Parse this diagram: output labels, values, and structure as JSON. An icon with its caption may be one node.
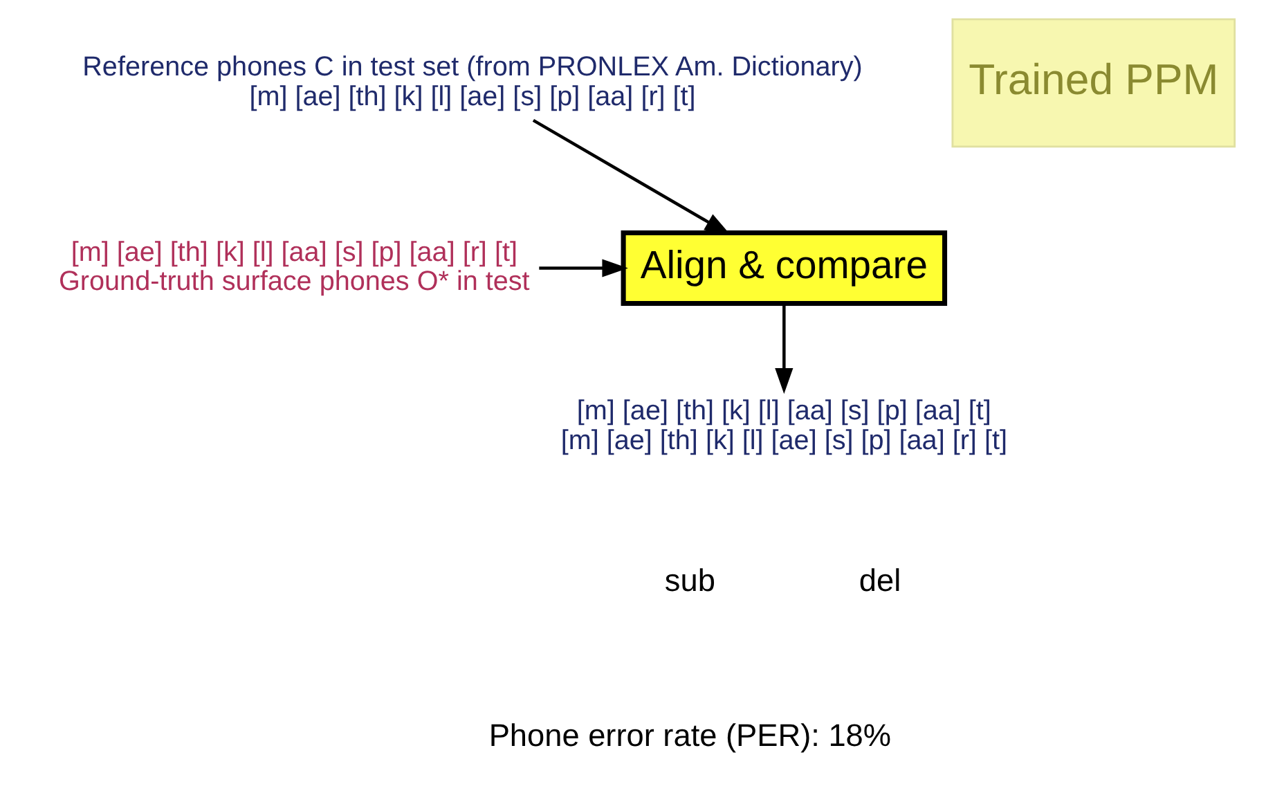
{
  "diagram": {
    "nodes": [
      {
        "text": [
          "Reference phones C in test set (from PRONLEX Am. Dictionary)",
          "[m] [ae] [th] [k] [l] [ae] [s] [p] [aa] [r] [t]"
        ]
      },
      {
        "text": [
          "Trained PPM"
        ]
      },
      {
        "text": [
          "Align & compare"
        ]
      },
      {
        "text": [
          "[m] [ae] [th] [k] [l] [aa] [s] [p] [aa] [r] [t]",
          "Ground-truth surface phones O* in test"
        ]
      },
      {
        "text": [
          "[m] [ae] [th] [k] [l] [aa] [s] [p] [aa] [t]",
          "[m] [ae] [th] [k] [l] [ae] [s] [p] [aa] [r] [t]"
        ]
      }
    ],
    "edges": [
      {
        "from": 0,
        "to": 2,
        "arrow": "to"
      },
      {
        "from": 3,
        "to": 2,
        "arrow": "to"
      },
      {
        "from": 2,
        "to": 4,
        "arrow": "to"
      }
    ],
    "labels": [
      "sub",
      "del",
      "Phone error rate (PER): 18%"
    ]
  }
}
